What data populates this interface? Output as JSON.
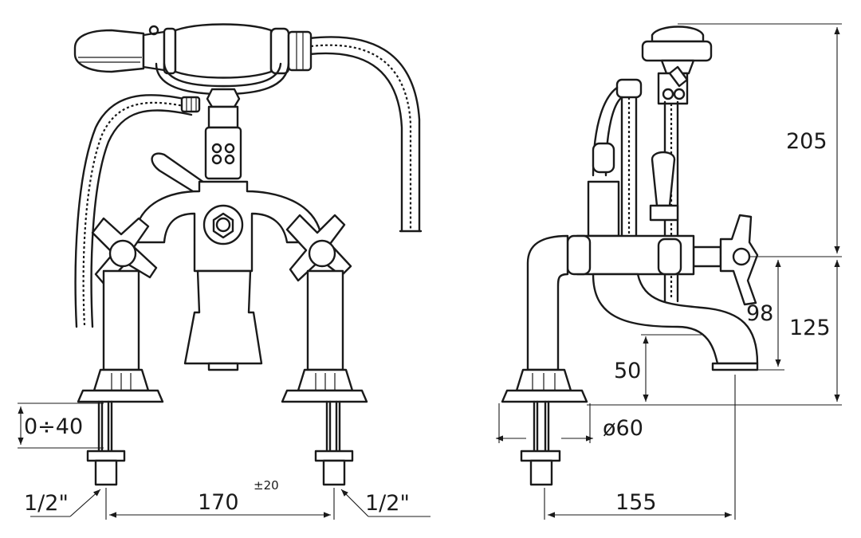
{
  "dimensions": {
    "height_total": "205",
    "spout_outlet_to_handle": "98",
    "handle_height": "125",
    "spout_height": "50",
    "deck_thickness": "0÷40",
    "base_diameter": "ø60",
    "centers": "170",
    "centers_tolerance": "±20",
    "spout_projection": "155",
    "thread_left": "1/2\"",
    "thread_right": "1/2\""
  }
}
